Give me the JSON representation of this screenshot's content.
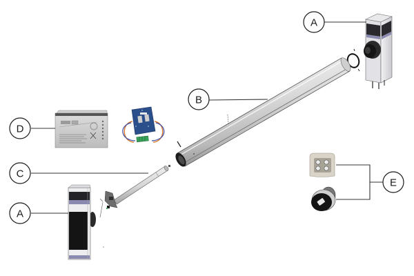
{
  "diagram": {
    "type": "exploded-parts",
    "callouts": [
      {
        "id": "A-top",
        "label": "A",
        "part": "barrier-housing-right"
      },
      {
        "id": "B",
        "label": "B",
        "part": "boom-arm"
      },
      {
        "id": "C",
        "label": "C",
        "part": "motor-tube"
      },
      {
        "id": "D",
        "label": "D",
        "part": "battery-and-control-board"
      },
      {
        "id": "A-bottom",
        "label": "A",
        "part": "barrier-housing-left"
      },
      {
        "id": "E",
        "label": "E",
        "part": "control-keypad-and-key-switch"
      }
    ]
  },
  "colors": {
    "line": "#333333",
    "housing_dark": "#1c1c1c",
    "housing_light": "#e8e8ea",
    "accent_purple": "#8a8ab0",
    "boom_light": "#e4e4e4",
    "boom_shade": "#9a9a9a",
    "pcb_blue": "#2b4f8a",
    "terminal_green": "#3aa35a",
    "wire_orange": "#d9772c",
    "wire_blue": "#3c4fa8",
    "keypad_beige": "#d9d4c7"
  }
}
